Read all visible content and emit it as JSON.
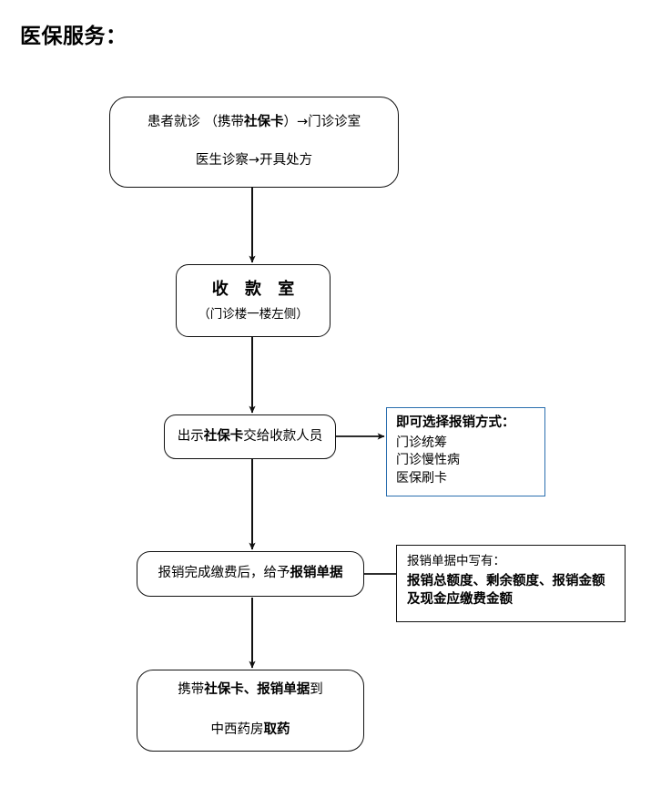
{
  "page": {
    "title": "医保服务：",
    "accent_blue": "#2b6faf",
    "line_color": "#111111",
    "background": "#ffffff"
  },
  "flow": {
    "nodes": [
      {
        "id": "visit",
        "name": "node-patient-visit",
        "lines": [
          {
            "pre": "患者就诊 （携带",
            "bold": "社保卡",
            "post": "）→门诊诊室"
          },
          {
            "pre": "医生诊察→开具处方",
            "bold": "",
            "post": ""
          }
        ]
      },
      {
        "id": "cashier",
        "name": "node-cashier-office",
        "title": "收 款 室",
        "sub": "（门诊楼一楼左侧）"
      },
      {
        "id": "present",
        "name": "node-present-card",
        "lines": [
          {
            "pre": "出示",
            "bold": "社保卡",
            "post": "交给收款人员"
          }
        ]
      },
      {
        "id": "receipt",
        "name": "node-get-receipt",
        "lines": [
          {
            "pre": "报销完成缴费后，给予",
            "bold": "报销单据",
            "post": ""
          }
        ]
      },
      {
        "id": "pharmacy",
        "name": "node-pharmacy",
        "lines": [
          {
            "pre": "携带",
            "bold": "社保卡、报销单据",
            "post": "到"
          },
          {
            "pre": "中西药房",
            "bold": "取药",
            "post": ""
          }
        ]
      }
    ]
  },
  "panels": {
    "methods": {
      "title": "即可选择报销方式：",
      "options": [
        "门诊统筹",
        "门诊慢性病",
        "医保刷卡"
      ],
      "border_color": "#2b6faf"
    },
    "receipt_info": {
      "heading": "报销单据中写有：",
      "body_line1": "报销总额度、剩余额度、报销金额",
      "body_line2": "及现金应缴费金额",
      "border_color": "#111111"
    }
  }
}
